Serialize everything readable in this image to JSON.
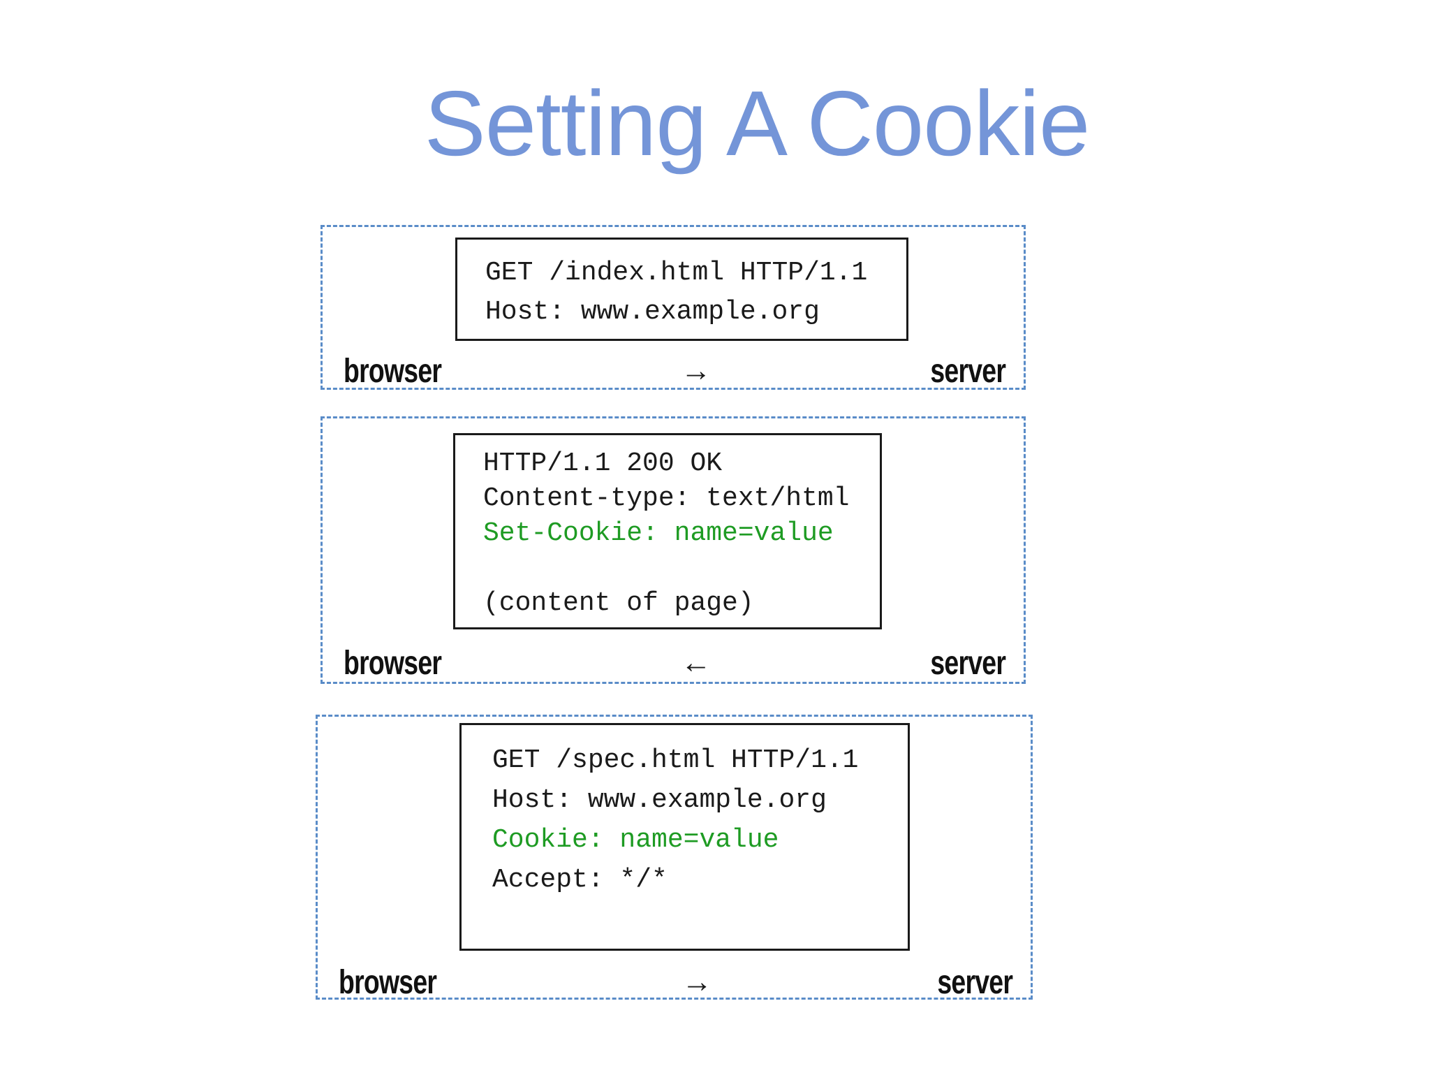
{
  "slide": {
    "title": "Setting A Cookie"
  },
  "colors": {
    "title_blue": "#7495d8",
    "panel_dashed_border_blue": "#5a8cc8",
    "cookie_header_green": "#1e9b23",
    "message_text_black": "#1a1a1a",
    "background": "#ffffff"
  },
  "panels": [
    {
      "name": "request-get-index",
      "direction": "browser-to-server",
      "left_label": "browser",
      "arrow": "→",
      "right_label": "server",
      "message_lines": [
        {
          "text": "GET /index.html HTTP/1.1",
          "color": "black"
        },
        {
          "text": "Host: www.example.org",
          "color": "black"
        }
      ]
    },
    {
      "name": "response-set-cookie",
      "direction": "server-to-browser",
      "left_label": "browser",
      "arrow": "←",
      "right_label": "server",
      "message_lines": [
        {
          "text": "HTTP/1.1 200 OK",
          "color": "black"
        },
        {
          "text": "Content-type: text/html",
          "color": "black"
        },
        {
          "text": "Set-Cookie: name=value",
          "color": "green"
        },
        {
          "text": " ",
          "color": "black"
        },
        {
          "text": "(content of page)",
          "color": "black"
        }
      ]
    },
    {
      "name": "request-get-spec-with-cookie",
      "direction": "browser-to-server",
      "left_label": "browser",
      "arrow": "→",
      "right_label": "server",
      "message_lines": [
        {
          "text": "GET /spec.html HTTP/1.1",
          "color": "black"
        },
        {
          "text": "Host: www.example.org",
          "color": "black"
        },
        {
          "text": "Cookie: name=value",
          "color": "green"
        },
        {
          "text": "Accept: */*",
          "color": "black"
        }
      ]
    }
  ]
}
